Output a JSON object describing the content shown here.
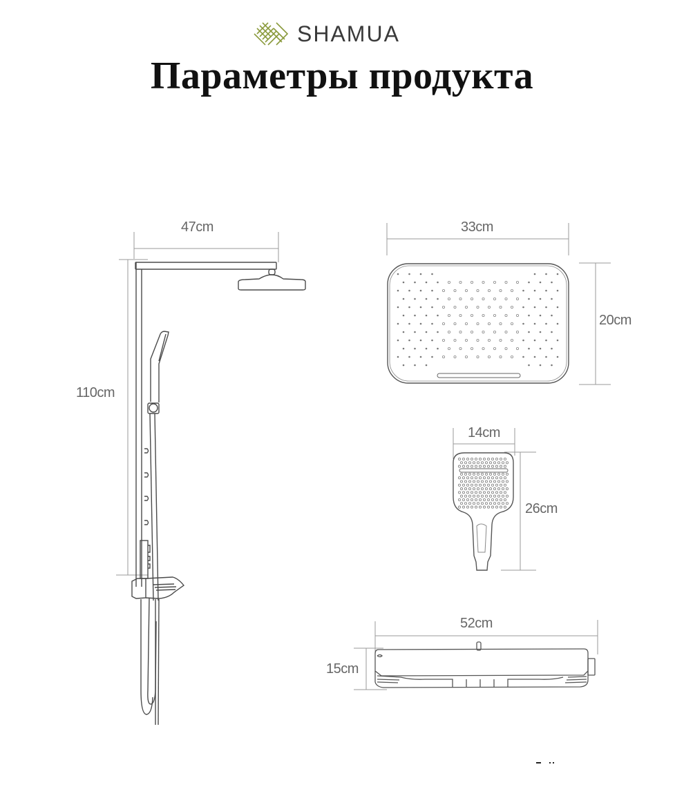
{
  "header": {
    "brand_name": "SHAMUA",
    "brand_logo_color": "#8a9a3c",
    "title": "Параметры продукта"
  },
  "diagrams": {
    "shower_system_side": {
      "width_label": "47cm",
      "height_label": "110cm"
    },
    "overhead_shower": {
      "width_label": "33cm",
      "height_label": "20cm"
    },
    "hand_shower": {
      "width_label": "14cm",
      "height_label": "26cm"
    },
    "thermostat_shelf": {
      "width_label": "52cm",
      "height_label": "15cm"
    }
  },
  "colors": {
    "line": "#4a4a4a",
    "dimension_line": "#9a9a9a",
    "dimension_text": "#666666",
    "title_text": "#111111"
  }
}
